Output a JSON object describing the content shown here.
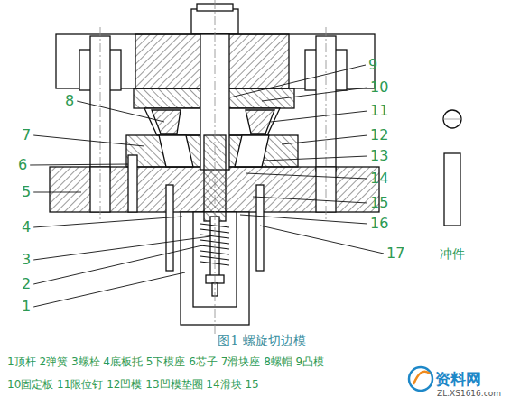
{
  "diagram": {
    "caption": "图1 螺旋切边模",
    "labels": [
      "1",
      "2",
      "3",
      "4",
      "5",
      "6",
      "7",
      "8",
      "9",
      "10",
      "11",
      "12",
      "13",
      "14",
      "15",
      "16",
      "17",
      "冲件",
      "1顶杆 2弹簧 3螺栓 4底板托 5下模座 6芯子 7滑块座 8螺帽 9凸模",
      "10固定板 11限位钉 12凹模 13凹模垫圈 14滑块 15",
      "资料网",
      "ZL.XS1616.com"
    ]
  }
}
